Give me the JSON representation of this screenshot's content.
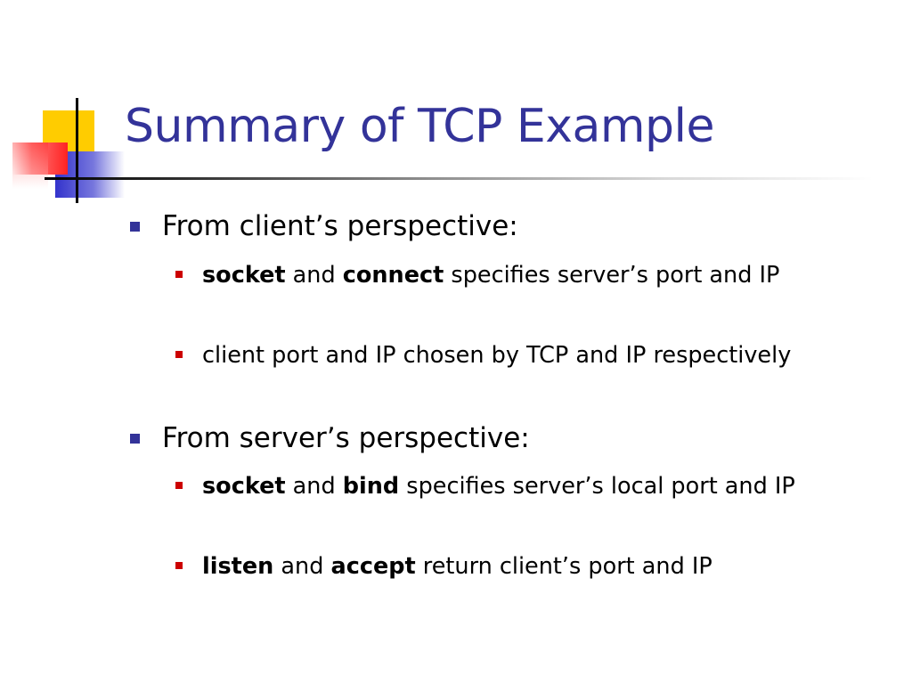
{
  "title": "Summary of TCP Example",
  "colors": {
    "title": "#333399",
    "level1_bullet": "#333399",
    "level2_bullet": "#cc0000",
    "logo_yellow": "#ffcc00",
    "logo_red": "#ff3333",
    "logo_blue": "#3333cc"
  },
  "bullets": [
    {
      "text": "From client’s perspective:",
      "sub": [
        {
          "b1": "socket",
          "t1": " and ",
          "b2": "connect",
          "t2": " specifies server’s port and IP"
        },
        {
          "t1": "client port and IP chosen by TCP and IP respectively"
        }
      ]
    },
    {
      "text": "From server’s perspective:",
      "sub": [
        {
          "b1": "socket",
          "t1": " and ",
          "b2": "bind",
          "t2": " specifies server’s local port and IP"
        },
        {
          "b1": "listen",
          "t1": " and ",
          "b2": "accept",
          "t2": " return client’s port and IP"
        }
      ]
    }
  ]
}
